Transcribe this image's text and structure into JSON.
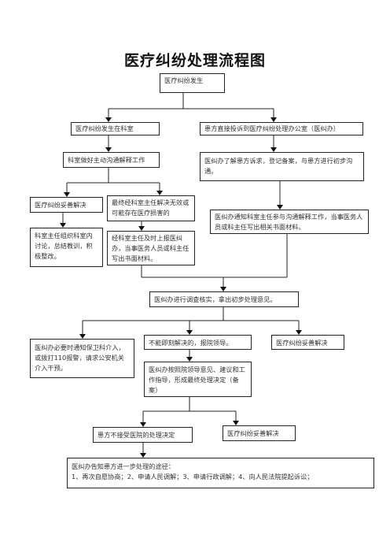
{
  "title": "医疗纠纷处理流程图",
  "nodes": {
    "start": "医疗纠纷发生",
    "dept": "医疗纠纷发生在科室",
    "complaint": "患方直接投诉到医疗纠纷处理办公室（医纠办）",
    "dept_communicate": "科室做好主动沟通解释工作",
    "office_register": "医纠办了解患方诉求，登记备案，与患方进行初步沟通。",
    "resolved_dept": "医疗纠纷妥善解决",
    "unresolved_dept": "最终经科室主任解决无效或可能存在医疗损害的",
    "office_notify": "医纠办通知科室主任参与沟通解释工作，当事医务人员或科主任写出相关书面材料。",
    "discussion": "科室主任组织科室内讨论，总结教训，积极整改。",
    "report": "经科室主任及时上报医纠办，当事医务人员或科主任写出书面材料。",
    "investigate": "医纠办进行调查核实，拿出初步处理意见。",
    "security": "医纠办必要时通知保卫科介入，或拨打110报警，请求公安机关介入干预。",
    "escalate": "不能即刻解决的，报院领导。",
    "resolved_mid": "医疗纠纷妥善解决",
    "decision": "医纠办按照院领导意见、建议和工作指导，形成最终处理决定（备案）",
    "not_accept": "患方不接受医院的处理决定",
    "resolved_final": "医疗纠纷妥善解决",
    "inform_title": "医纠办告知患方进一步处理的途径：",
    "inform_options": "1、再次自愿协商；2、申请人民调解；3、申请行政调解；4、向人民法院提起诉讼；"
  }
}
